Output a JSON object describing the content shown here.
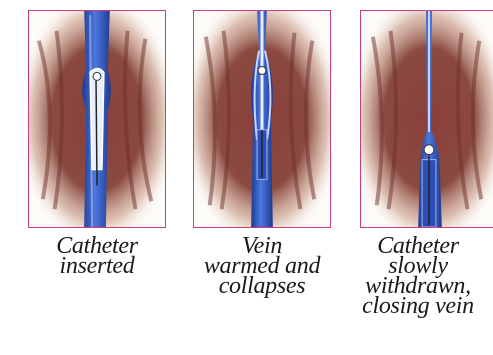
{
  "figure": {
    "panels": [
      {
        "id": "inserted",
        "caption_lines": [
          "Catheter",
          "inserted"
        ]
      },
      {
        "id": "collapses",
        "caption_lines": [
          "Vein",
          "warmed and",
          "collapses"
        ]
      },
      {
        "id": "withdrawn",
        "caption_lines": [
          "Catheter",
          "slowly",
          "withdrawn,",
          "closing vein"
        ]
      }
    ],
    "colors": {
      "frame": "#c63f7a",
      "tissue": "#8a3f3a",
      "vein": "#3a5fc4",
      "vein_highlight": "#9fb6f0",
      "caption_text": "#1a1a1a"
    }
  }
}
